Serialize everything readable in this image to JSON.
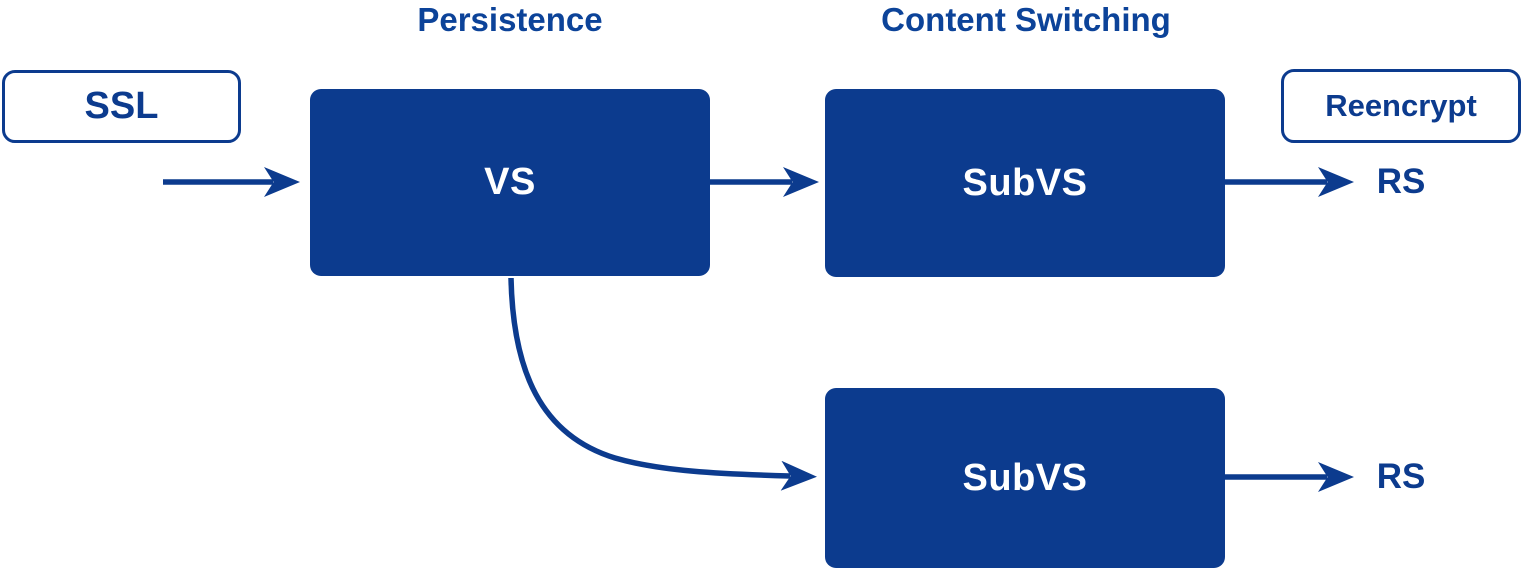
{
  "colors": {
    "brand": "#0c3b8e",
    "title": "#0c4399",
    "white": "#ffffff"
  },
  "titles": {
    "persistence": "Persistence",
    "content_switching": "Content Switching"
  },
  "nodes": {
    "ssl": {
      "label": "SSL"
    },
    "vs": {
      "label": "VS"
    },
    "subvs_top": {
      "label": "SubVS"
    },
    "subvs_bottom": {
      "label": "SubVS"
    },
    "reencrypt": {
      "label": "Reencrypt"
    },
    "rs_top": {
      "label": "RS"
    },
    "rs_bottom": {
      "label": "RS"
    }
  }
}
